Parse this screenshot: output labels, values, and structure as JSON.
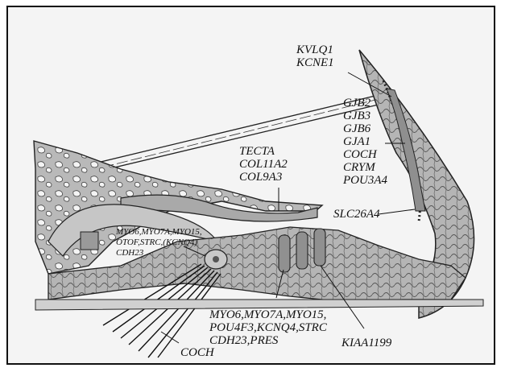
{
  "labels": {
    "kvlq1_kcne1": "KVLQ1\nKCNE1",
    "gjb_group": "GJB2\nGJB3\nGJB6\nGJA1\nCOCH\nCRYM\nPOU3A4",
    "tecta_group": "TECTA\nCOL11A2\nCOL9A3",
    "slc26a4": "SLC26A4",
    "myo_small": "MYO6,MYO7A,MYO15,\nOTOF,STRC,(KCNQ4)\nCDH23",
    "myo_big": "MYO6,MYO7A,MYO15,\nPOU4F3,KCNQ4,STRC\nCDH23,PRES",
    "kiaa1199": "KIAA1199",
    "coch_bottom": "COCH"
  },
  "colors": {
    "tissue": "#b9b9b9",
    "tissue_dark": "#8f8f8f",
    "line": "#222222",
    "background": "#f4f4f4"
  }
}
